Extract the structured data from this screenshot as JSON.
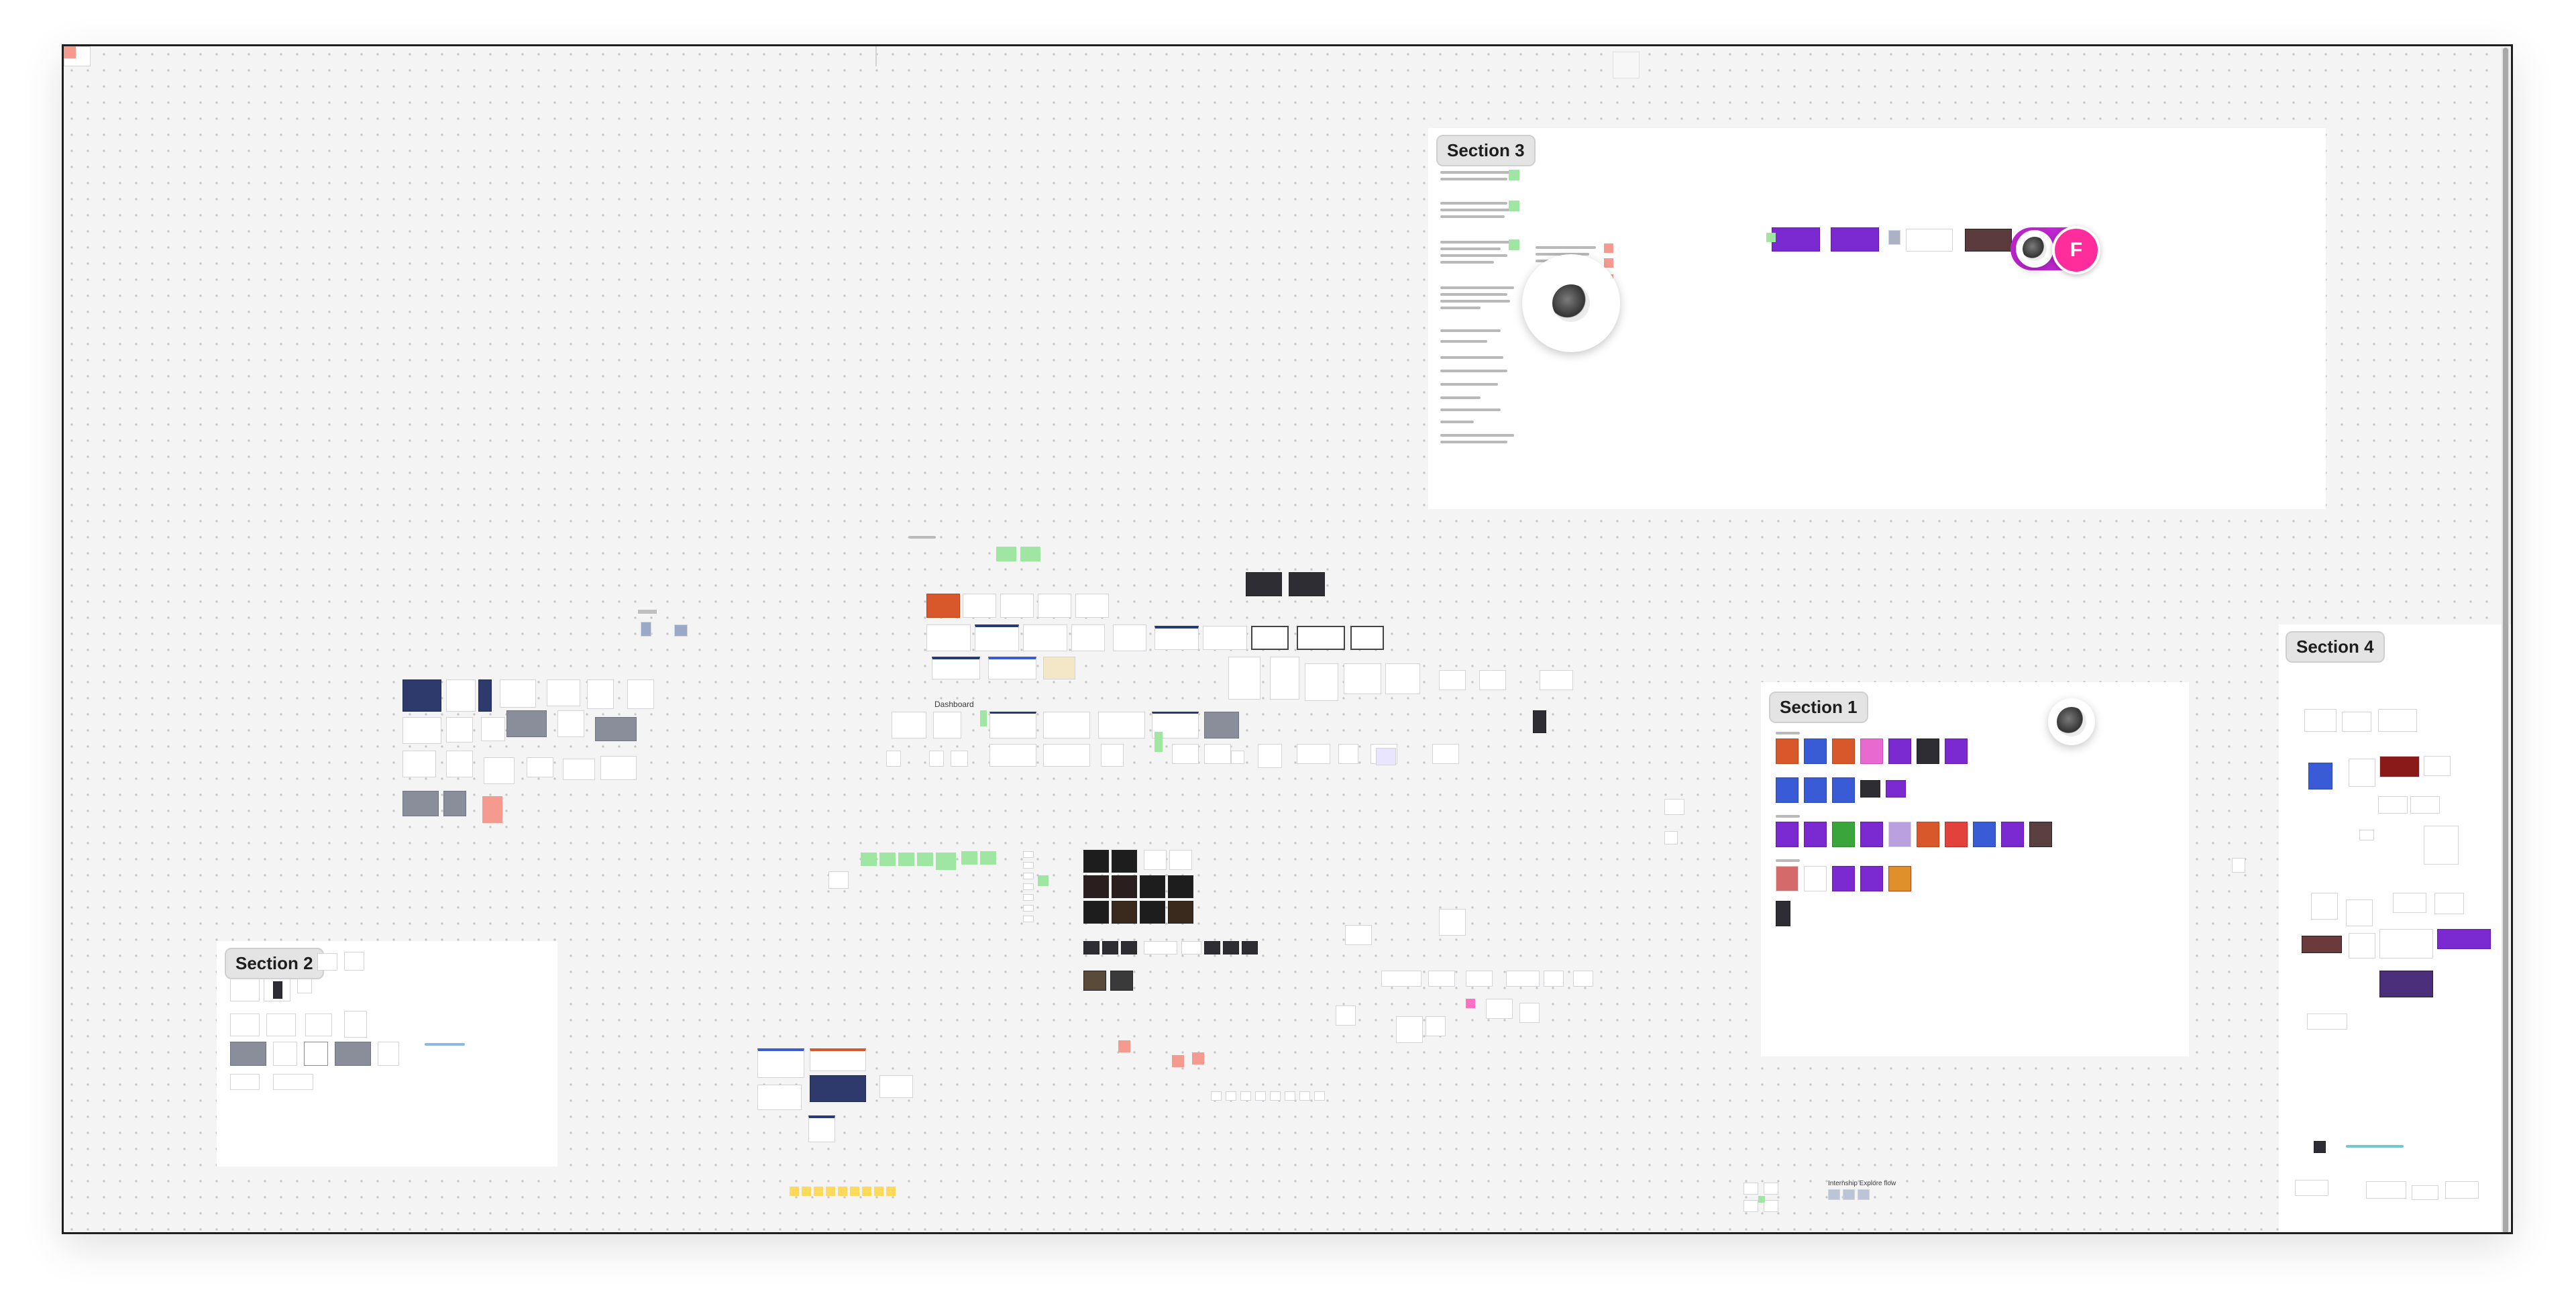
{
  "canvas": {
    "background": "#f4f4f4",
    "dot_color": "#c4c4c4",
    "border_color": "#1e1e1e"
  },
  "sections": {
    "section_1": {
      "label": "Section 1"
    },
    "section_2": {
      "label": "Section 2"
    },
    "section_3": {
      "label": "Section 3"
    },
    "section_4": {
      "label": "Section 4"
    }
  },
  "labels": {
    "dashboard": "Dashboard",
    "onboarding_flow": "Internship Explore flow"
  },
  "collaborator": {
    "initial": "F",
    "badge_color": "#ff2d9b",
    "frame_color": "#c026d3"
  },
  "icons": {
    "avatar": "user-avatar-icon",
    "cursor": "collaborator-cursor-icon"
  }
}
